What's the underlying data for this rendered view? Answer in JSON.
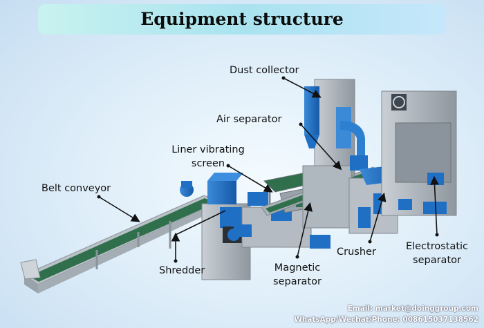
{
  "header": {
    "title": "Equipment  structure"
  },
  "labels": {
    "dust_collector": "Dust collector",
    "air_separator": "Air separator",
    "liner_vibrating_screen_line1": "Liner vibrating",
    "liner_vibrating_screen_line2": "screen",
    "belt_conveyor": "Belt conveyor",
    "shredder": "Shredder",
    "magnetic_separator_line1": "Magnetic",
    "magnetic_separator_line2": "separator",
    "crusher": "Crusher",
    "electrostatic_separator_line1": "Electrostatic",
    "electrostatic_separator_line2": "separator"
  },
  "contact": {
    "email": "Email: market@doinggroup.com",
    "phone": "WhatsApp/Wechat/Phone: 008615037138562"
  },
  "colors": {
    "machine_blue": "#1f6fc4",
    "frame_gray": "#a8b0b8",
    "belt_green": "#2f6f4c",
    "banner": "#b5e8ef"
  }
}
